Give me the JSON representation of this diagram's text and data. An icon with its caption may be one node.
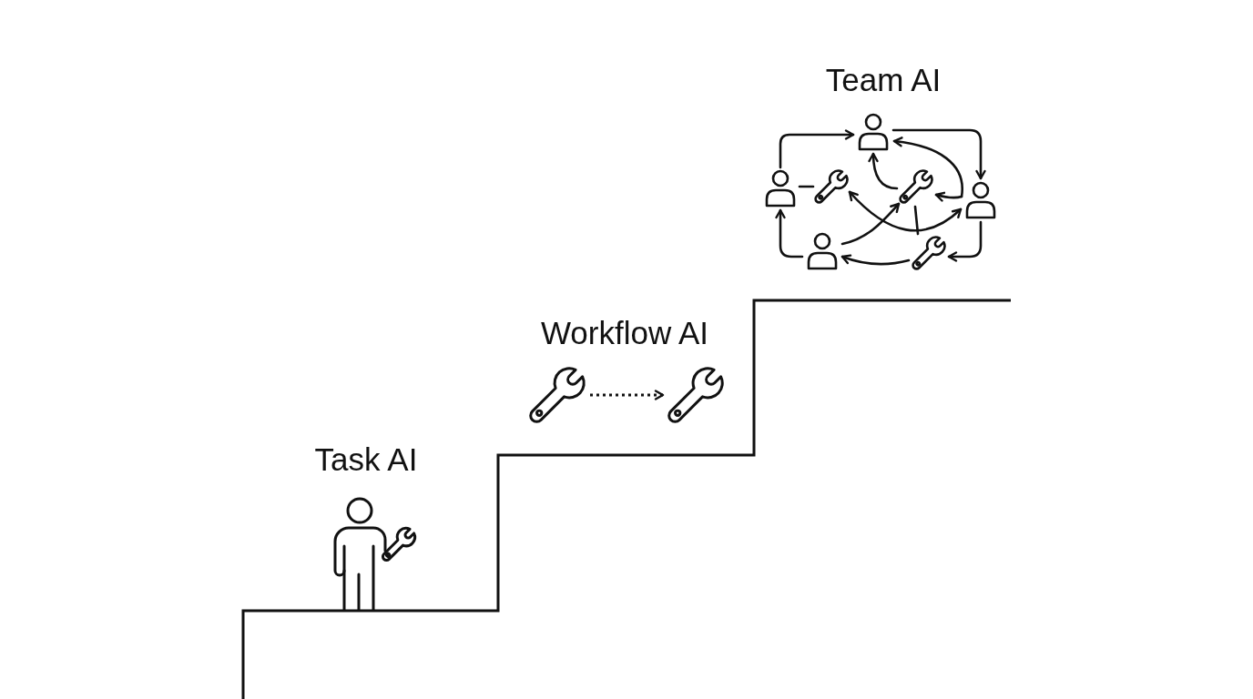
{
  "diagram": {
    "nodes": [
      {
        "text": [],
        "shape": "person"
      },
      {
        "text": [],
        "shape": "person"
      },
      {
        "text": [],
        "shape": "picture"
      },
      {
        "text": [],
        "shape": "picture"
      },
      {
        "text": [],
        "shape": "person"
      },
      {
        "text": [],
        "shape": "person"
      },
      {
        "text": [],
        "shape": "picture"
      },
      {
        "text": [],
        "shape": "picture"
      },
      {
        "text": [],
        "shape": "picture"
      },
      {
        "text": [],
        "shape": "person"
      }
    ],
    "edges": [
      {
        "from": 1,
        "to": 0,
        "arrow": "to"
      },
      {
        "from": 0,
        "to": 4,
        "arrow": "to"
      },
      {
        "from": 4,
        "to": 6,
        "arrow": "to"
      },
      {
        "from": 6,
        "to": 5,
        "arrow": "to"
      },
      {
        "from": 5,
        "to": 1,
        "arrow": "to"
      },
      {
        "from": 1,
        "to": 2,
        "arrow": "none"
      },
      {
        "from": 3,
        "to": 0,
        "arrow": "to"
      },
      {
        "from": 5,
        "to": 3,
        "arrow": "to"
      },
      {
        "from": 2,
        "to": 4,
        "arrow": "both"
      },
      {
        "from": 4,
        "to": 0,
        "arrow": "to"
      },
      {
        "from": 4,
        "to": 3,
        "arrow": "to"
      },
      {
        "from": 3,
        "to": 6,
        "arrow": "none"
      },
      {
        "from": 7,
        "to": 8,
        "arrow": "to",
        "style": "dashed"
      }
    ],
    "labels": [
      "Team AI",
      "Workflow AI",
      "Task AI"
    ]
  }
}
